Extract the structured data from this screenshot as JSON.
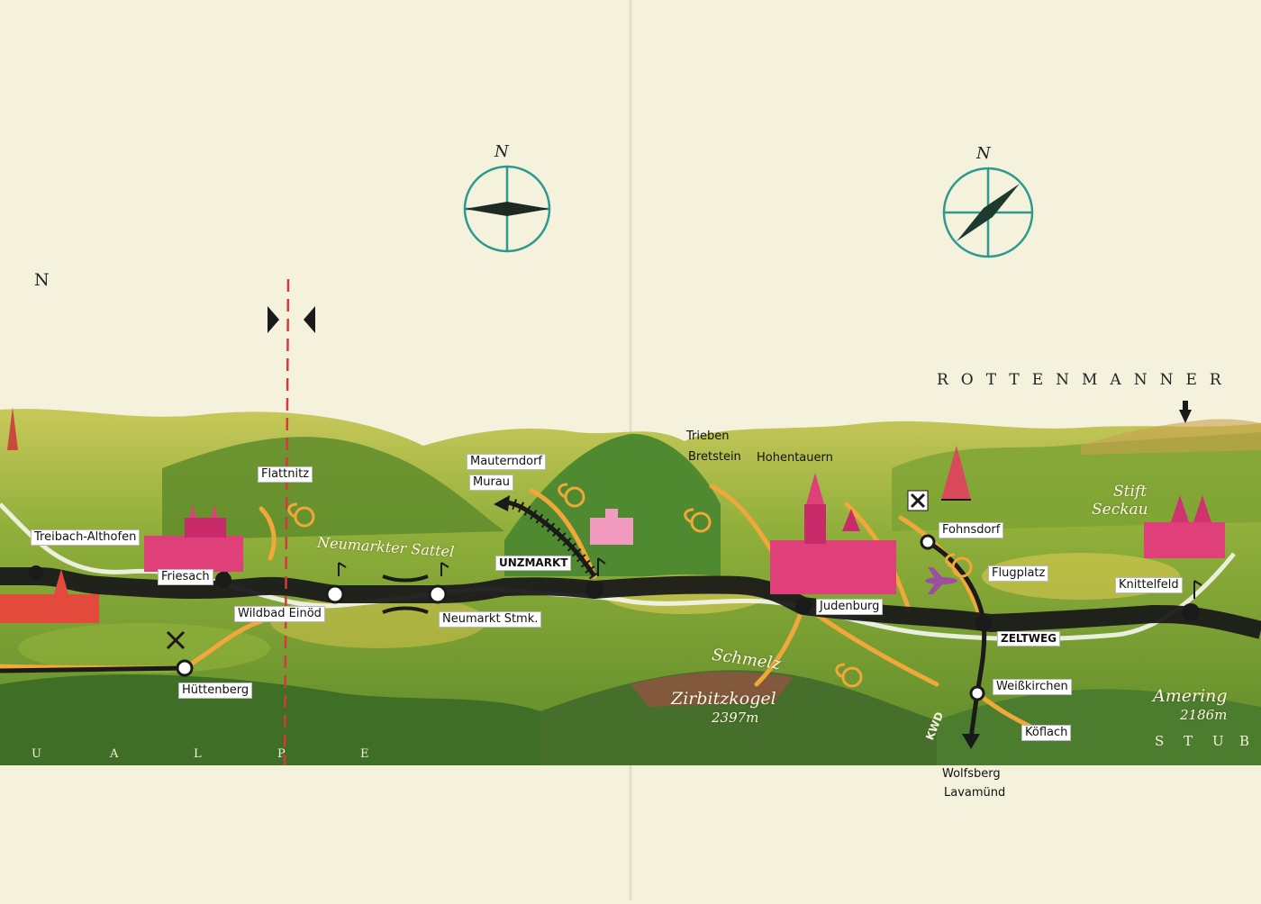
{
  "compass": {
    "left_label": "N",
    "right_label": "N"
  },
  "north_marker": "N",
  "regions": {
    "rottenmanner": "ROTTENMANNER",
    "saualpe_letters": [
      "U",
      "A",
      "L",
      "P",
      "E"
    ],
    "stub_letters": [
      "S",
      "T",
      "U",
      "B"
    ],
    "neumarkter_sattel": "Neumarkter Sattel",
    "stift_seckau_line1": "Stift",
    "stift_seckau_line2": "Seckau",
    "schmelz": "Schmelz"
  },
  "mountains": {
    "zirbitzkogel_name": "Zirbitzkogel",
    "zirbitzkogel_height": "2397m",
    "amering_name": "Amering",
    "amering_height": "2186m"
  },
  "places": {
    "flattnitz": "Flattnitz",
    "treibach": "Treibach-Althofen",
    "friesach": "Friesach",
    "wildbad": "Wildbad Einöd",
    "huettenberg": "Hüttenberg",
    "neumarkt": "Neumarkt Stmk.",
    "mauterndorf": "Mauterndorf",
    "murau": "Murau",
    "unzmarkt": "UNZMARKT",
    "trieben": "Trieben",
    "bretstein": "Bretstein",
    "hohentauern": "Hohentauern",
    "judenburg": "Judenburg",
    "fohnsdorf": "Fohnsdorf",
    "flugplatz": "Flugplatz",
    "zeltweg": "ZELTWEG",
    "knittelfeld": "Knittelfeld",
    "weisskirchen": "Weißkirchen",
    "koeflach": "Köflach",
    "kwd": "KWD",
    "wolfsberg": "Wolfsberg",
    "lavamuend": "Lavamünd"
  },
  "colors": {
    "paper": "#f4f1dc",
    "hills_light": "#b9c24a",
    "hills_mid": "#6f9a2e",
    "hills_dark": "#3f6e26",
    "road": "#1a1a1a",
    "side_road": "#f0a83a",
    "river": "#ffffff",
    "border_line": "#d23b3b",
    "compass": "#2e9a8e",
    "building_pink": "#e0407a"
  }
}
